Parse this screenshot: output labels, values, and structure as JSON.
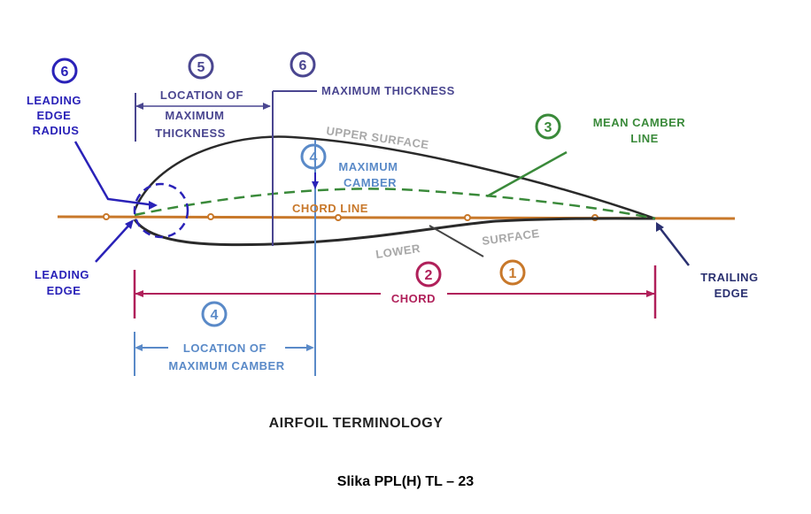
{
  "diagram": {
    "title": "AIRFOIL TERMINOLOGY",
    "caption": "Slika PPL(H) TL – 23",
    "markers": {
      "m6_left": "6",
      "m5": "5",
      "m6_top": "6",
      "m4_upper": "4",
      "m3": "3",
      "m2": "2",
      "m1": "1",
      "m4_lower": "4"
    },
    "labels": {
      "leading_edge_radius": [
        "LEADING",
        "EDGE",
        "RADIUS"
      ],
      "location_max_thickness": [
        "LOCATION OF",
        "MAXIMUM",
        "THICKNESS"
      ],
      "maximum_thickness": "MAXIMUM THICKNESS",
      "upper_surface": "UPPER SURFACE",
      "mean_camber_line": [
        "MEAN CAMBER",
        "LINE"
      ],
      "maximum_camber": [
        "MAXIMUM",
        "CAMBER"
      ],
      "chord_line": "CHORD LINE",
      "lower": "LOWER",
      "surface": "SURFACE",
      "leading_edge": [
        "LEADING",
        "EDGE"
      ],
      "trailing_edge": [
        "TRAILING",
        "EDGE"
      ],
      "chord": "CHORD",
      "location_max_camber": [
        "LOCATION OF",
        "MAXIMUM CAMBER"
      ]
    },
    "colors": {
      "blue": "#2a22b8",
      "purple": "#4a4690",
      "orange": "#c8782a",
      "magenta": "#b0205a",
      "light_blue": "#5a8ac8",
      "green": "#3a8a3a",
      "gray": "#a8a8a8",
      "dark": "#2a2a2a"
    }
  }
}
